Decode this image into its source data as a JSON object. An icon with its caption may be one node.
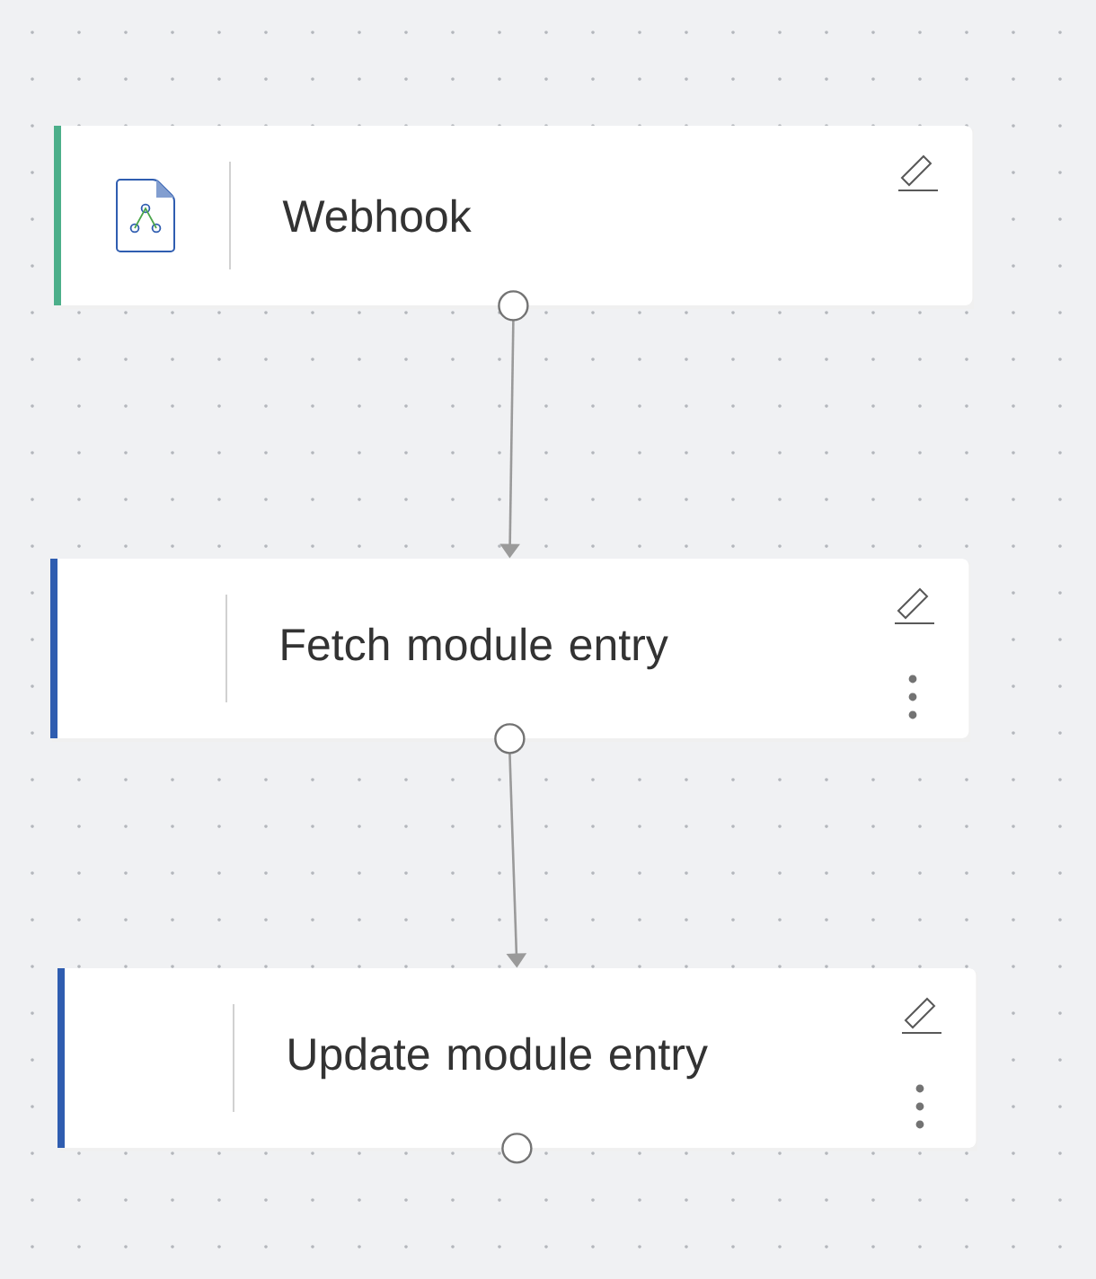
{
  "diagram": {
    "nodes": [
      {
        "text": [
          "Webhook"
        ]
      },
      {
        "text": [
          "Fetch module entry"
        ]
      },
      {
        "text": [
          "Update module entry"
        ]
      }
    ],
    "edges": [
      {
        "from": 0,
        "to": 1,
        "arrow": "to"
      },
      {
        "from": 1,
        "to": 2,
        "arrow": "to"
      }
    ]
  }
}
